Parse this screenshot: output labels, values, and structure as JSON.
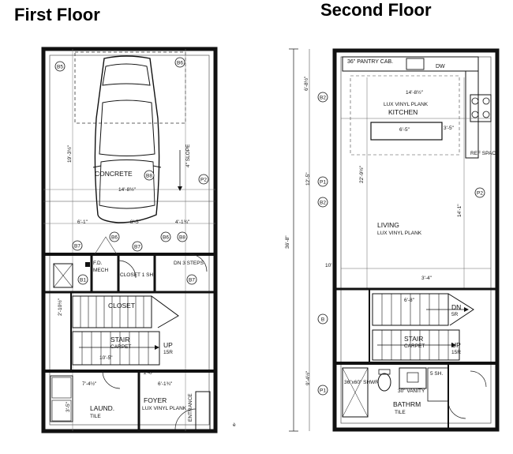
{
  "titles": {
    "first_floor": "First Floor",
    "second_floor": "Second Floor"
  },
  "first_floor": {
    "concrete": "CONCRETE",
    "slope": "4\" SLOPE",
    "closet_upper": "CLOSET 1 SH",
    "closet_lower": "CLOSET",
    "fd": "F.D.",
    "mech": "MECH",
    "dn_steps": "DN 3 STEPS",
    "stair": "STAIR",
    "carpet": "CARPET",
    "up": "UP",
    "up_count": "15R",
    "laund": "LAUND.",
    "laund_floor": "TILE",
    "foyer": "FOYER",
    "foyer_floor": "LUX VINYL PLANK",
    "entry": "ENTRANCE",
    "dims": [
      "14'-8½\"",
      "6'-1\"",
      "8'-5\"",
      "4'-1¾\"",
      "19'-3½\"",
      "2'-10½\"",
      "7'-4½\"",
      "2'-0\"",
      "6'-1¾\"",
      "3'-5\"",
      "10'-5\""
    ]
  },
  "second_floor": {
    "pantry": "36\" PANTRY CAB.",
    "dw": "DW",
    "kitchen": "KITCHEN",
    "kitchen_floor": "LUX VINYL PLANK",
    "ref_space": "REF SPACE",
    "living": "LIVING",
    "living_floor": "LUX VINYL PLANK",
    "dn": "DN",
    "dn_count": "5R",
    "stair": "STAIR",
    "carpet": "CARPET",
    "up": "UP",
    "up_count": "15R",
    "bathroom": "BATHRM",
    "bath_floor": "TILE",
    "shower": "36\"x60\" SHWR",
    "vanity": "30\" VANITY",
    "shelves": "5 SH.",
    "overall_dim": "36'-8\"",
    "dims": [
      "14'-8½\"",
      "6'-5\"",
      "3'-5\"",
      "22'-9½\"",
      "14'-1\"",
      "12'-5\"",
      "10'",
      "6'-8\"",
      "3'-4\"",
      "9'-4½\"",
      "6'-8½\""
    ]
  },
  "tags": [
    "B5",
    "B6",
    "B7",
    "B8",
    "B1",
    "B2",
    "P1",
    "P2",
    "B"
  ],
  "stray_mark": "è"
}
